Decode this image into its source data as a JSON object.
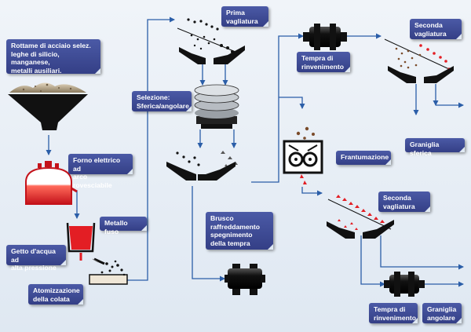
{
  "labels": {
    "scrap": "Rottame di acciaio selez.\nleghe di silicio, manganese,\nmetalli ausiliari.",
    "furnace": "Forno elettrico ad\narco rovesciabile",
    "molten": "Metallo fuso",
    "water_jet": "Getto d'acqua ad\nalta pressione",
    "atomization": "Atomizzazione\ndella colata",
    "first_screening": "Prima\nvagliatura",
    "selection": "Selezione:\nSferica/angolare",
    "quench": "Brusco\nraffreddamento\nspegnimento\ndella tempra",
    "tempering_1": "Tempra di\nrinvenimento",
    "second_screening_1": "Seconda\nvagliatura",
    "spherical_grit": "Graniglia sferica",
    "crushing": "Frantumazione",
    "second_screening_2": "Seconda\nvagliatura",
    "tempering_2": "Tempra di\nrinvenimento",
    "angular_grit": "Graniglia\nangolare"
  },
  "colors": {
    "label_bg": "#3c4994",
    "arrow": "#2b5ea8",
    "machine": "#1a1a1a",
    "molten": "#e31e24",
    "background": "#e8eef6"
  }
}
